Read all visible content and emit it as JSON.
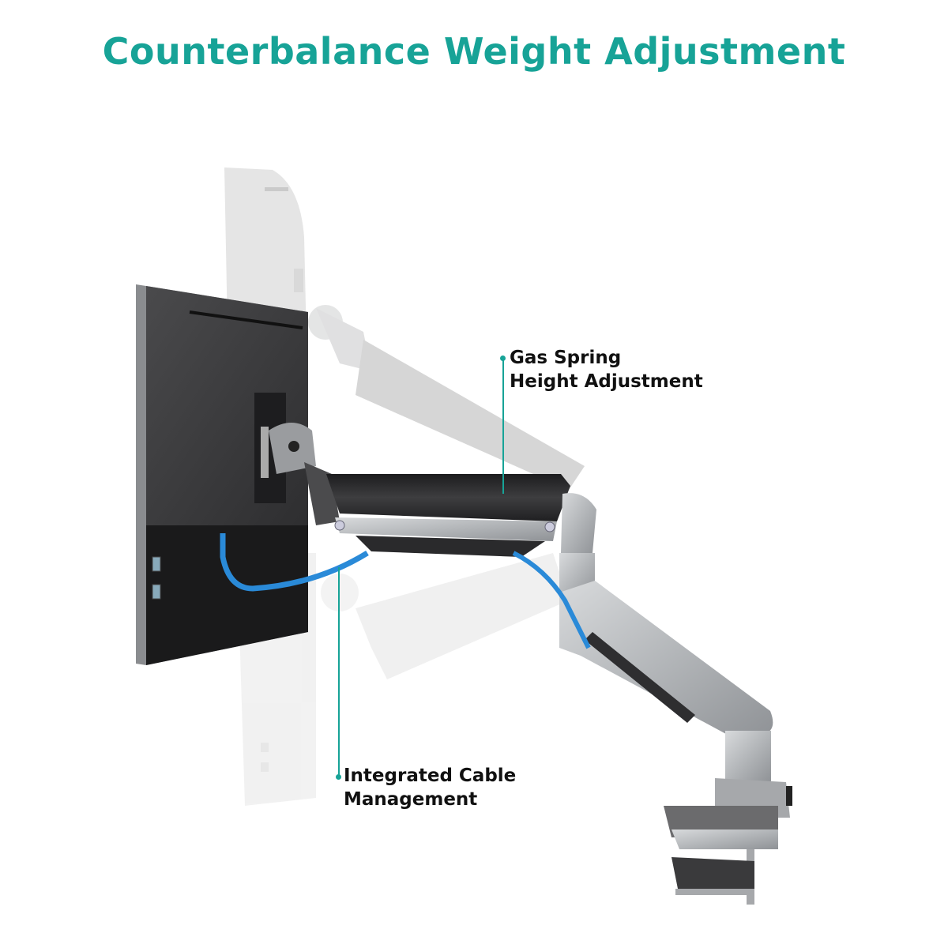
{
  "title": "Counterbalance Weight Adjustment",
  "callouts": {
    "gas_spring": {
      "line1": "Gas Spring",
      "line2": "Height Adjustment"
    },
    "cable": {
      "line1": "Integrated Cable",
      "line2": "Management"
    }
  },
  "colors": {
    "accent": "#17a397",
    "monitor_back": "#3b3b3d",
    "arm_silver": "#b8babd",
    "arm_dark": "#2b2b2d",
    "cable_blue": "#2a8ad8",
    "ghost": "#e4e4e4"
  }
}
